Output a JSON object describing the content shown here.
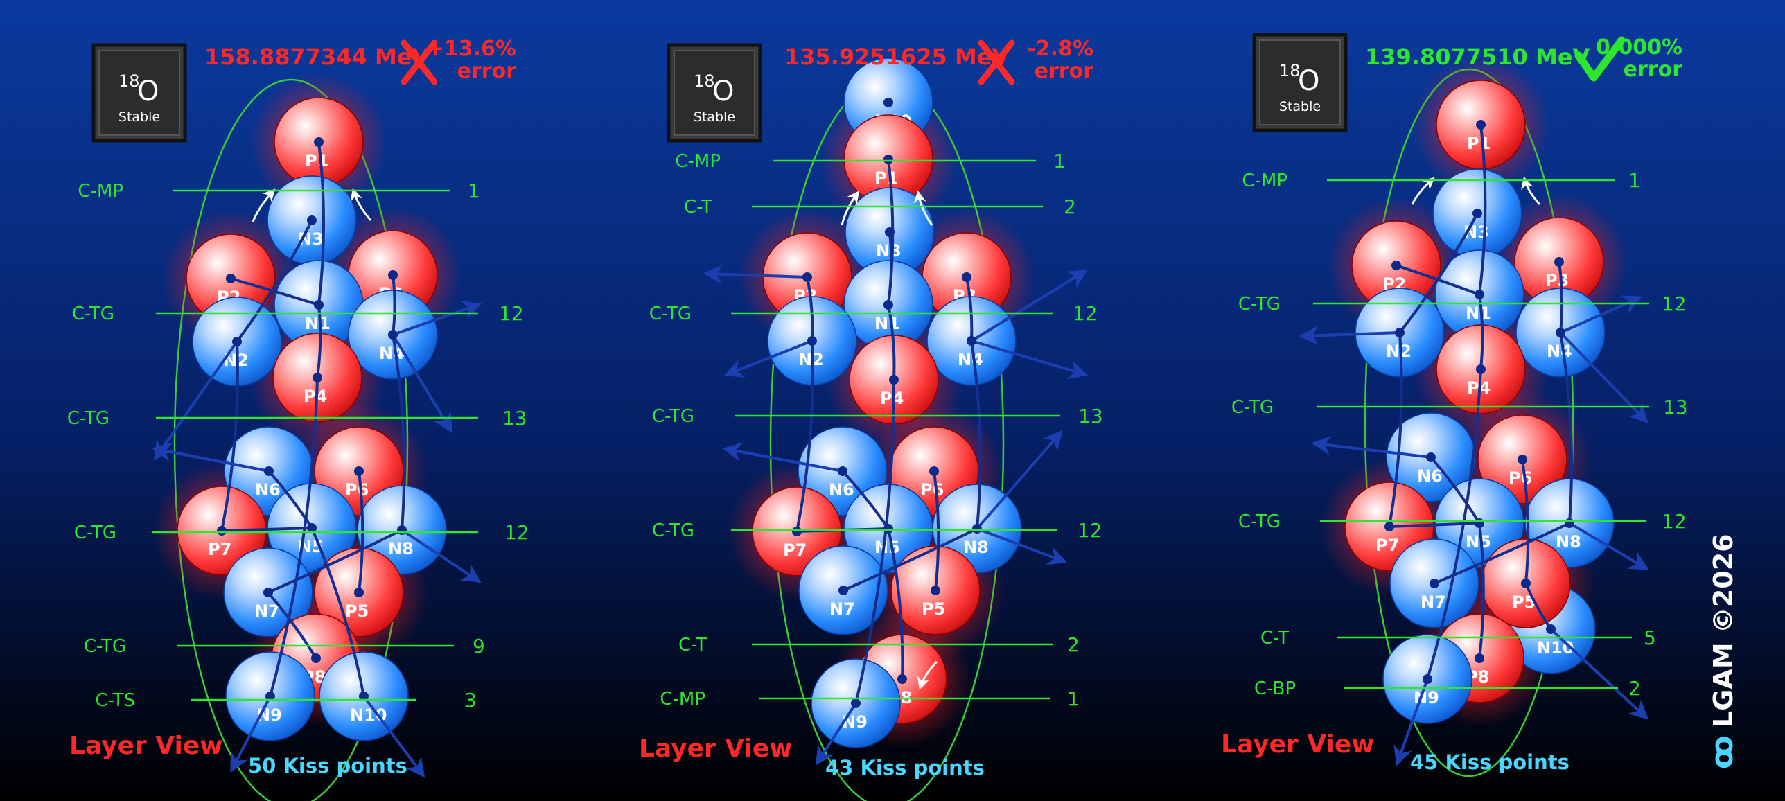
{
  "colors": {
    "proton": "#ff3030",
    "neutron": "#1a7bff",
    "layer_line": "#2ee62e",
    "layer_label": "#2ee62e",
    "energy_bad": "#ff2828",
    "energy_good": "#2ee62e",
    "kiss_text": "#49d6ff",
    "layer_view": "#ff2828",
    "ellipse": "#3acb3a",
    "arrow_blue": "#1b3fb0",
    "arrow_white": "#ffffff"
  },
  "panels": [
    {
      "badge_mass": "18",
      "badge_symbol": "O",
      "badge_stable": "Stable",
      "energy": "158.8877344 MeV",
      "mark": "cross",
      "error_value": "+13.6%",
      "error_label": "error",
      "layer_view": "Layer View",
      "kiss": "50 Kiss points",
      "layers": [
        {
          "label": "C-MP",
          "count": "1"
        },
        {
          "label": "C-TG",
          "count": "12"
        },
        {
          "label": "C-TG",
          "count": "13"
        },
        {
          "label": "C-TG",
          "count": "12"
        },
        {
          "label": "C-TG",
          "count": "9"
        },
        {
          "label": "C-TS",
          "count": "3"
        }
      ],
      "nucleons": [
        {
          "id": "P1",
          "kind": "p"
        },
        {
          "id": "N3",
          "kind": "n"
        },
        {
          "id": "P2",
          "kind": "p"
        },
        {
          "id": "P3",
          "kind": "p"
        },
        {
          "id": "N1",
          "kind": "n"
        },
        {
          "id": "N2",
          "kind": "n"
        },
        {
          "id": "N4",
          "kind": "n"
        },
        {
          "id": "P4",
          "kind": "p"
        },
        {
          "id": "N6",
          "kind": "n"
        },
        {
          "id": "P6",
          "kind": "p"
        },
        {
          "id": "P7",
          "kind": "p"
        },
        {
          "id": "N5",
          "kind": "n"
        },
        {
          "id": "N8",
          "kind": "n"
        },
        {
          "id": "N7",
          "kind": "n"
        },
        {
          "id": "P5",
          "kind": "p"
        },
        {
          "id": "P8",
          "kind": "p"
        },
        {
          "id": "N9",
          "kind": "n"
        },
        {
          "id": "N10",
          "kind": "n"
        }
      ]
    },
    {
      "badge_mass": "18",
      "badge_symbol": "O",
      "badge_stable": "Stable",
      "energy": "135.9251625 MeV",
      "mark": "cross",
      "error_value": "-2.8%",
      "error_label": "error",
      "layer_view": "Layer View",
      "kiss": "43 Kiss points",
      "layers": [
        {
          "label": "C-MP",
          "count": "1"
        },
        {
          "label": "C-T",
          "count": "2"
        },
        {
          "label": "C-TG",
          "count": "12"
        },
        {
          "label": "C-TG",
          "count": "13"
        },
        {
          "label": "C-TG",
          "count": "12"
        },
        {
          "label": "C-T",
          "count": "2"
        },
        {
          "label": "C-MP",
          "count": "1"
        }
      ],
      "nucleons": [
        {
          "id": "N10",
          "kind": "n"
        },
        {
          "id": "P1",
          "kind": "p"
        },
        {
          "id": "N3",
          "kind": "n"
        },
        {
          "id": "P2",
          "kind": "p"
        },
        {
          "id": "P3",
          "kind": "p"
        },
        {
          "id": "N1",
          "kind": "n"
        },
        {
          "id": "N2",
          "kind": "n"
        },
        {
          "id": "N4",
          "kind": "n"
        },
        {
          "id": "P4",
          "kind": "p"
        },
        {
          "id": "N6",
          "kind": "n"
        },
        {
          "id": "P6",
          "kind": "p"
        },
        {
          "id": "P7",
          "kind": "p"
        },
        {
          "id": "N5",
          "kind": "n"
        },
        {
          "id": "N8",
          "kind": "n"
        },
        {
          "id": "N7",
          "kind": "n"
        },
        {
          "id": "P5",
          "kind": "p"
        },
        {
          "id": "P8",
          "kind": "p"
        },
        {
          "id": "N9",
          "kind": "n"
        }
      ]
    },
    {
      "badge_mass": "18",
      "badge_symbol": "O",
      "badge_stable": "Stable",
      "energy": "139.8077510 MeV",
      "mark": "check",
      "error_value": "0.000%",
      "error_label": "error",
      "layer_view": "Layer View",
      "kiss": "45 Kiss points",
      "layers": [
        {
          "label": "C-MP",
          "count": "1"
        },
        {
          "label": "C-TG",
          "count": "12"
        },
        {
          "label": "C-TG",
          "count": "13"
        },
        {
          "label": "C-TG",
          "count": "12"
        },
        {
          "label": "C-T",
          "count": "5"
        },
        {
          "label": "C-BP",
          "count": "2"
        }
      ],
      "nucleons": [
        {
          "id": "P1",
          "kind": "p"
        },
        {
          "id": "N3",
          "kind": "n"
        },
        {
          "id": "P2",
          "kind": "p"
        },
        {
          "id": "P3",
          "kind": "p"
        },
        {
          "id": "N1",
          "kind": "n"
        },
        {
          "id": "N2",
          "kind": "n"
        },
        {
          "id": "N4",
          "kind": "n"
        },
        {
          "id": "P4",
          "kind": "p"
        },
        {
          "id": "N6",
          "kind": "n"
        },
        {
          "id": "P6",
          "kind": "p"
        },
        {
          "id": "P7",
          "kind": "p"
        },
        {
          "id": "N5",
          "kind": "n"
        },
        {
          "id": "N8",
          "kind": "n"
        },
        {
          "id": "N10",
          "kind": "n"
        },
        {
          "id": "N7",
          "kind": "n"
        },
        {
          "id": "P5",
          "kind": "p"
        },
        {
          "id": "P8",
          "kind": "p"
        },
        {
          "id": "N9",
          "kind": "n"
        }
      ]
    }
  ],
  "watermark": {
    "logo_icon": "lgam-logo-icon",
    "text": "LGAM ©2026"
  }
}
